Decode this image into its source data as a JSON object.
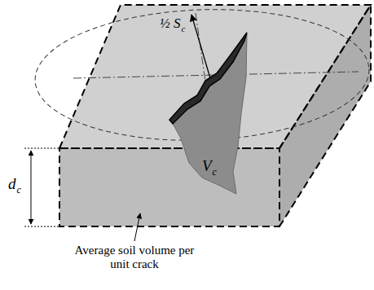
{
  "diagram": {
    "labels": [
      "½ S",
      "c",
      "d",
      "c",
      "V",
      "c",
      "Average soil volume per unit crack"
    ]
  }
}
